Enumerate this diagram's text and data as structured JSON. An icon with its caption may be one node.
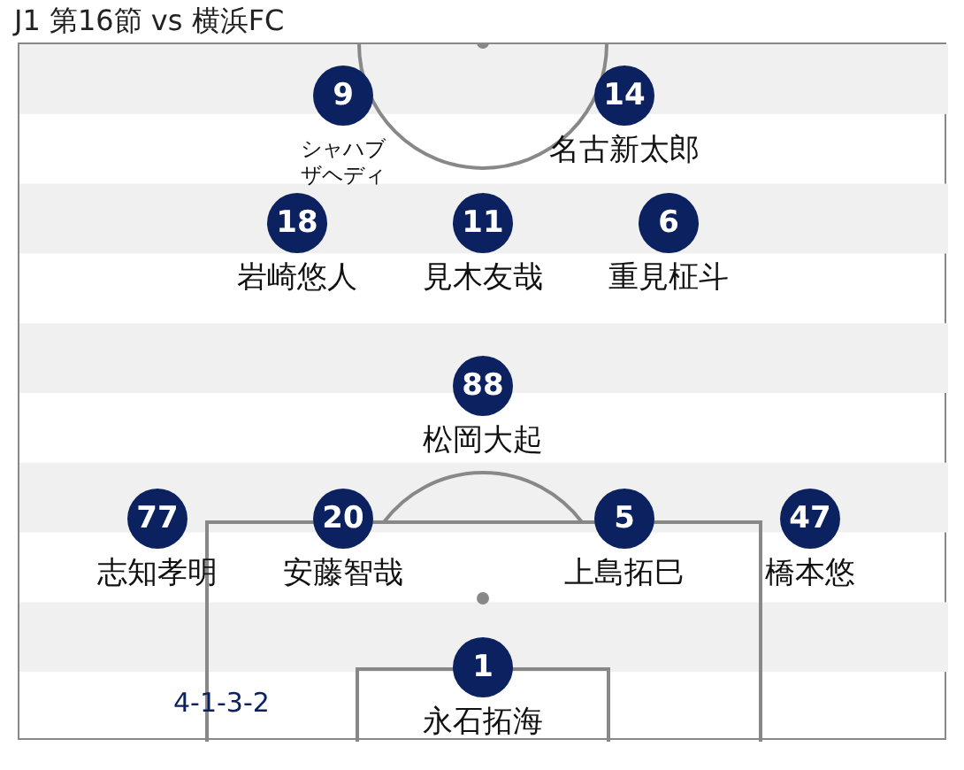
{
  "diagram": {
    "title": "J1 第16節 vs 横浜FC",
    "nodes": [
      {
        "text": [
          "9"
        ],
        "beside": [
          "シャハブザヘディ"
        ]
      },
      {
        "text": [
          "14"
        ],
        "beside": [
          "名古新太郎"
        ]
      },
      {
        "text": [
          "18"
        ],
        "beside": [
          "岩崎悠人"
        ]
      },
      {
        "text": [
          "11"
        ],
        "beside": [
          "見木友哉"
        ]
      },
      {
        "text": [
          "6"
        ],
        "beside": [
          "重見柾斗"
        ]
      },
      {
        "text": [
          "88"
        ],
        "beside": [
          "松岡大起"
        ]
      },
      {
        "text": [
          "77"
        ],
        "beside": [
          "志知孝明"
        ]
      },
      {
        "text": [
          "20"
        ],
        "beside": [
          "安藤智哉"
        ]
      },
      {
        "text": [
          "5"
        ],
        "beside": [
          "上島拓巳"
        ]
      },
      {
        "text": [
          "47"
        ],
        "beside": [
          "橋本悠"
        ]
      },
      {
        "text": [
          "1"
        ],
        "beside": [
          "永石拓海"
        ]
      }
    ],
    "labels": [
      "4-1-3-2"
    ]
  }
}
